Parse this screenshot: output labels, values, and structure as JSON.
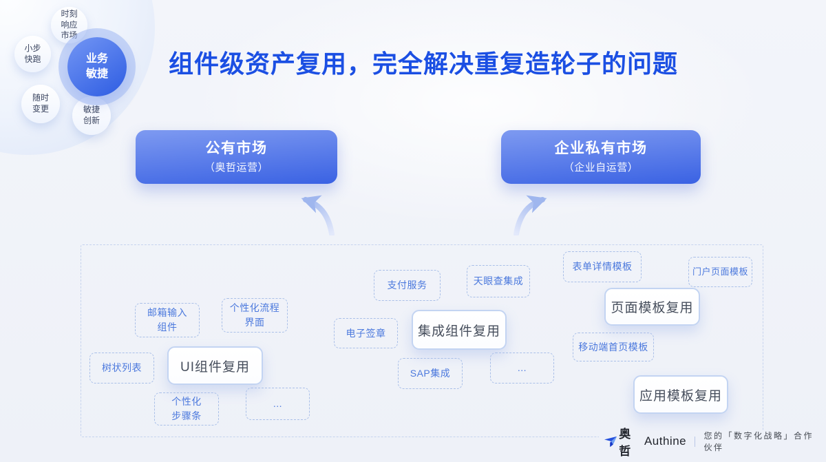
{
  "title": "组件级资产复用，完全解决重复造轮子的问题",
  "agility_cluster": {
    "center": "业务\n敏捷",
    "satellites": [
      "时刻\n响应\n市场",
      "小步\n快跑",
      "随时\n变更",
      "敏捷\n创新"
    ]
  },
  "markets": [
    {
      "name": "公有市场",
      "subtitle": "（奥哲运营）"
    },
    {
      "name": "企业私有市场",
      "subtitle": "（企业自运营）"
    }
  ],
  "diagram": {
    "dashed_chips": [
      "邮箱输入\n组件",
      "个性化流程\n界面",
      "树状列表",
      "个性化\n步骤条",
      "...",
      "支付服务",
      "天眼查集成",
      "电子签章",
      "SAP集成",
      "...",
      "表单详情模板",
      "门户页面模板",
      "移动端首页模板"
    ],
    "hub_chips": [
      "UI组件复用",
      "集成组件复用",
      "页面模板复用",
      "应用模板复用"
    ]
  },
  "footer": {
    "brand_cn": "奥哲",
    "brand_en": "Authine",
    "tagline": "您的「数字化战略」合作伙伴"
  },
  "colors": {
    "title_blue": "#1b4fe3",
    "button_gradient_top": "#7e9af1",
    "button_gradient_bottom": "#3a62e3",
    "chip_text_blue": "#4c79dd",
    "chip_dashed_border": "#a9bfe8",
    "pool_dashed_border": "#c5d3ee",
    "arrow_blue": "#9fb6ee",
    "hub_text": "#464e5c"
  }
}
